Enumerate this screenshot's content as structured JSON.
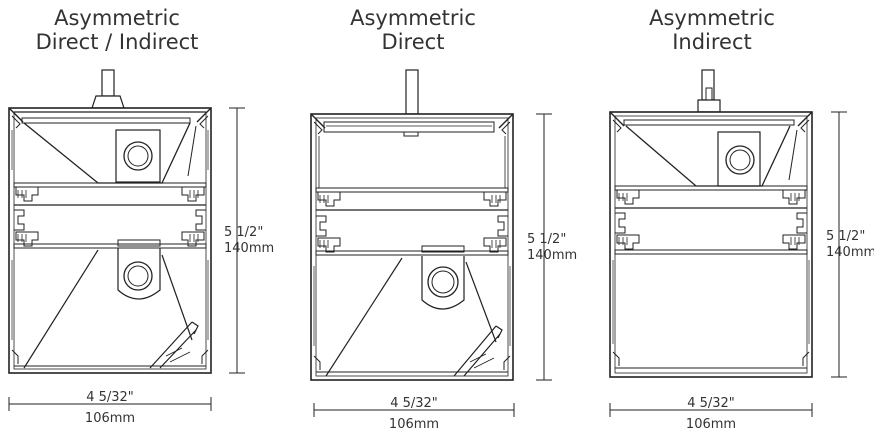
{
  "profiles": [
    {
      "title_line1": "Asymmetric",
      "title_line2": "Direct / Indirect",
      "height_in": "5 1/2\"",
      "height_mm": "140mm",
      "width_in": "4 5/32\"",
      "width_mm": "106mm"
    },
    {
      "title_line1": "Asymmetric",
      "title_line2": "Direct",
      "height_in": "5 1/2\"",
      "height_mm": "140mm",
      "width_in": "4 5/32\"",
      "width_mm": "106mm"
    },
    {
      "title_line1": "Asymmetric",
      "title_line2": "Indirect",
      "height_in": "5 1/2\"",
      "height_mm": "140mm",
      "width_in": "4 5/32\"",
      "width_mm": "106mm"
    }
  ]
}
